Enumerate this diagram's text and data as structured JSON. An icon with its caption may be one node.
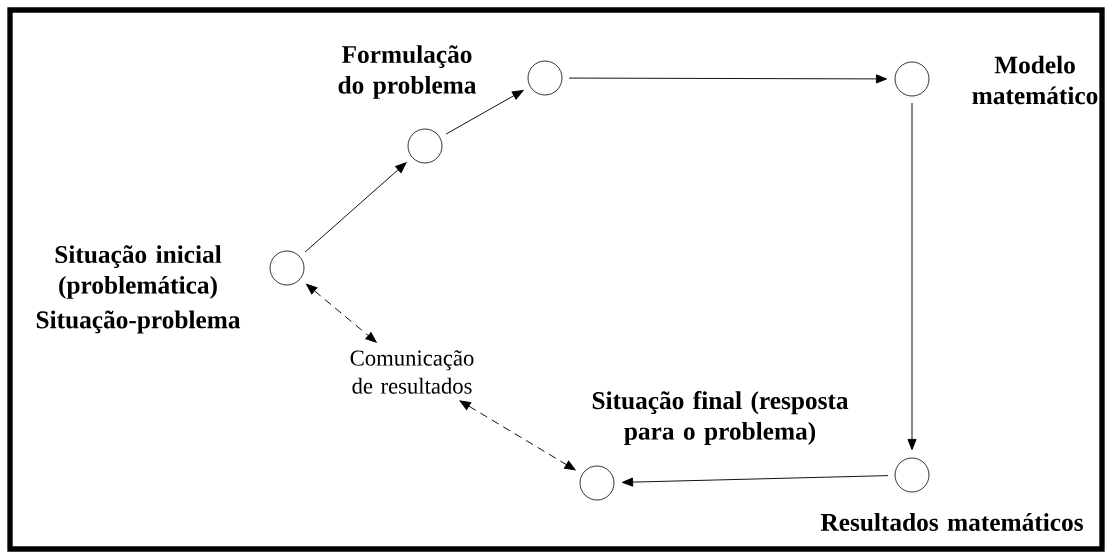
{
  "diagram": {
    "nodes": [
      {
        "text": [],
        "shape": "circle",
        "beside": [
          "Situação inicial (problemática)",
          "Situação-problema"
        ]
      },
      {
        "text": [],
        "shape": "circle"
      },
      {
        "text": [],
        "shape": "circle"
      },
      {
        "text": [],
        "shape": "circle",
        "beside": [
          "Modelo matemático"
        ]
      },
      {
        "text": [],
        "shape": "circle",
        "beside": [
          "Resultados matemáticos"
        ]
      },
      {
        "text": [],
        "shape": "circle",
        "beside": [
          "Situação final (resposta para o problema)"
        ]
      },
      {
        "text": [
          "Comunicação de resultados"
        ]
      }
    ],
    "edges": [
      {
        "from": 0,
        "to": 1,
        "arrow": "to"
      },
      {
        "from": 1,
        "to": 2,
        "arrow": "to"
      },
      {
        "from": 2,
        "to": 3,
        "arrow": "to"
      },
      {
        "from": 3,
        "to": 4,
        "arrow": "to"
      },
      {
        "from": 4,
        "to": 5,
        "arrow": "to"
      },
      {
        "from": 0,
        "to": 6,
        "arrow": "both",
        "style": "dashed"
      },
      {
        "from": 6,
        "to": 5,
        "arrow": "both",
        "style": "dashed"
      }
    ],
    "labels": [
      "Formulação do problema"
    ]
  }
}
